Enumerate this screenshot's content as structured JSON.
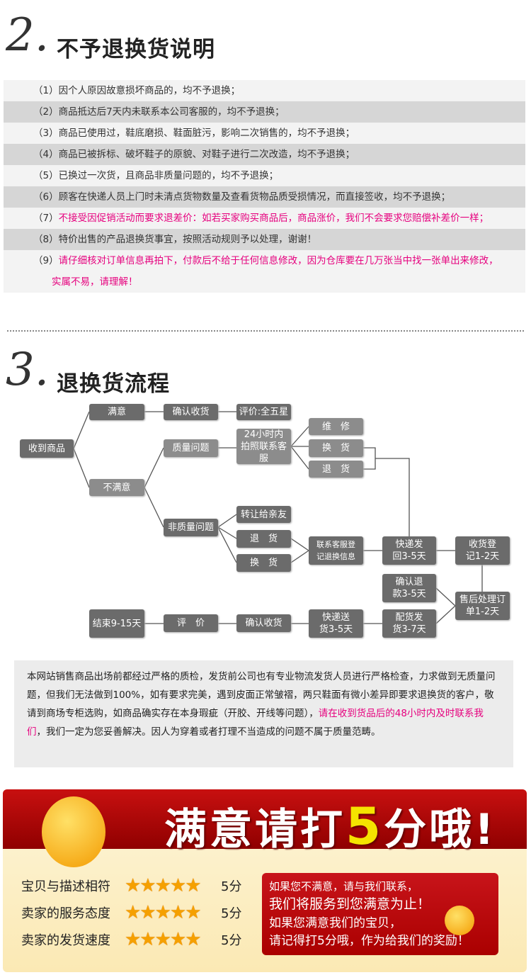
{
  "section2": {
    "number": "2.",
    "title": "不予退换货说明",
    "items": [
      {
        "num": "（1）",
        "text": "因个人原因故意损坏商品的，均不予退换；",
        "highlight": false
      },
      {
        "num": "（2）",
        "text": "商品抵达后7天内未联系本公司客服的，均不予退换；",
        "highlight": false
      },
      {
        "num": "（3）",
        "text": "商品已使用过，鞋底磨损、鞋面脏污，影响二次销售的，均不予退换；",
        "highlight": false
      },
      {
        "num": "（4）",
        "text": "商品已被拆标、破坏鞋子的原貌、对鞋子进行二次改造，均不予退换；",
        "highlight": false
      },
      {
        "num": "（5）",
        "text": "已换过一次货，且商品非质量问题的，均不予退换；",
        "highlight": false
      },
      {
        "num": "（6）",
        "text": "顾客在快递人员上门时未清点货物数量及查看货物品质受损情况，而直接签收，均不予退换；",
        "highlight": false
      },
      {
        "num": "（7）",
        "text": "不接受因促销活动而要求退差价：如若买家购买商品后，商品涨价，我们不会要求您赔偿补差价一样；",
        "highlight": true
      },
      {
        "num": "（8）",
        "text": "特价出售的产品退换货事宜，按照活动规则予以处理，谢谢！",
        "highlight": false
      },
      {
        "num": "（9）",
        "text": "请仔细核对订单信息再拍下，付款后不给于任何信息修改，因为仓库要在几万张当中找一张单出来修改，",
        "text2": "实属不易，请理解！",
        "highlight": true
      }
    ]
  },
  "section3": {
    "number": "3.",
    "title": "退换货流程",
    "flow": {
      "received": "收到商品",
      "satisfied": "满意",
      "confirm_receipt": "确认收货",
      "review_5star": "评价:全五星",
      "unsatisfied": "不满意",
      "quality_issue": "质量问题",
      "photo_contact": "24小时内拍照联系客服",
      "repair": "维　修",
      "exchange_q": "换　货",
      "return_q": "退　货",
      "non_quality": "非质量问题",
      "transfer": "转让给亲友",
      "return_n": "退　货",
      "exchange_n": "换　货",
      "contact_register": "联系客服登记退换信息",
      "ship_back": "快递发回3-5天",
      "receive_register": "收货登记1-2天",
      "confirm_refund": "确认退款3-5天",
      "after_sales": "售后处理订单1-2天",
      "dispatch": "配货发货3-7天",
      "deliver": "快递送货3-5天",
      "confirm_receipt2": "确认收货",
      "review": "评　价",
      "end": "结束9-15天"
    },
    "note": {
      "text1": "本网站销售商品出场前都经过严格的质检，发货前公司也有专业物流发货人员进行严格检查，力求做到无质量问题，但我们无法做到100%，如有要求完美，遇到皮面正常皱褶，两只鞋面有微小差异即要求退换货的客户，敬请到商场专柜选购，如商品确实存在本身瑕疵（开胶、开线等问题），",
      "text_pink": "请在收到货品后的48小时内及时联系我们",
      "text2": "，我们一定为您妥善解决。因人为穿着或者打理不当造成的问题不属于质量范畴。"
    }
  },
  "banner": {
    "title_a": "满意请打",
    "title_five": "5",
    "title_b": "分哦!",
    "ratings": [
      {
        "label": "宝贝与描述相符",
        "stars": 5,
        "score": "5分"
      },
      {
        "label": "卖家的服务态度",
        "stars": 5,
        "score": "5分"
      },
      {
        "label": "卖家的发货速度",
        "stars": 5,
        "score": "5分"
      }
    ],
    "message": [
      "如果您不满意，请与我们联系，",
      "我们将服务到您满意为止！",
      "如果您满意我们的宝贝，",
      "请记得打5分哦，作为给我们的奖励！"
    ],
    "colors": {
      "red": "#b00000",
      "yellow": "#f5e400",
      "pink": "#e6007e"
    }
  }
}
